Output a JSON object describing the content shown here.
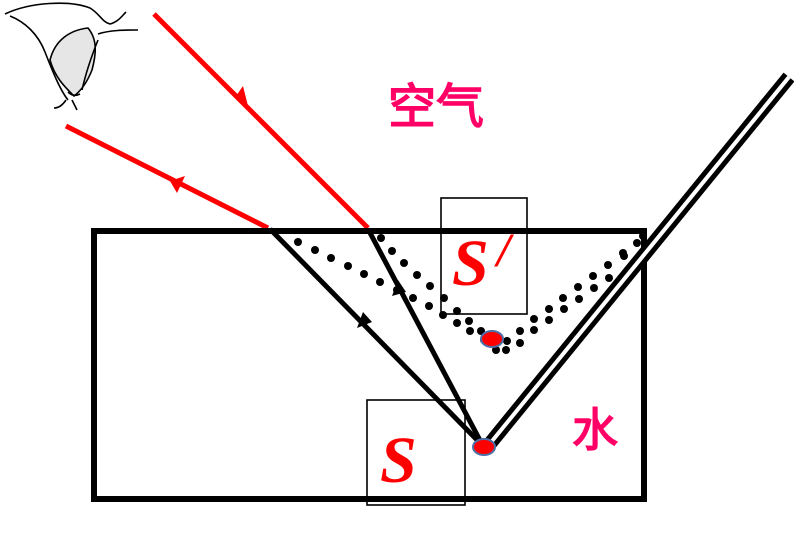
{
  "diagram": {
    "type": "refraction",
    "labels": {
      "air": "空气",
      "water": "水",
      "object": "S",
      "image": "S",
      "image_prime": "/"
    },
    "colors": {
      "label_cn": "#FF0066",
      "label_s": "#FF0000",
      "air_rays": "#FF0000",
      "water_rays": "#000000",
      "point_fill": "#FF0000",
      "point_stroke": "#4F6FA8",
      "outline": "#000000"
    },
    "elements": {
      "eye": "eye-icon",
      "container": "water-tank",
      "stick": "slanted-stick",
      "object_point": "real-point-S",
      "image_point": "virtual-point-S-prime"
    }
  }
}
